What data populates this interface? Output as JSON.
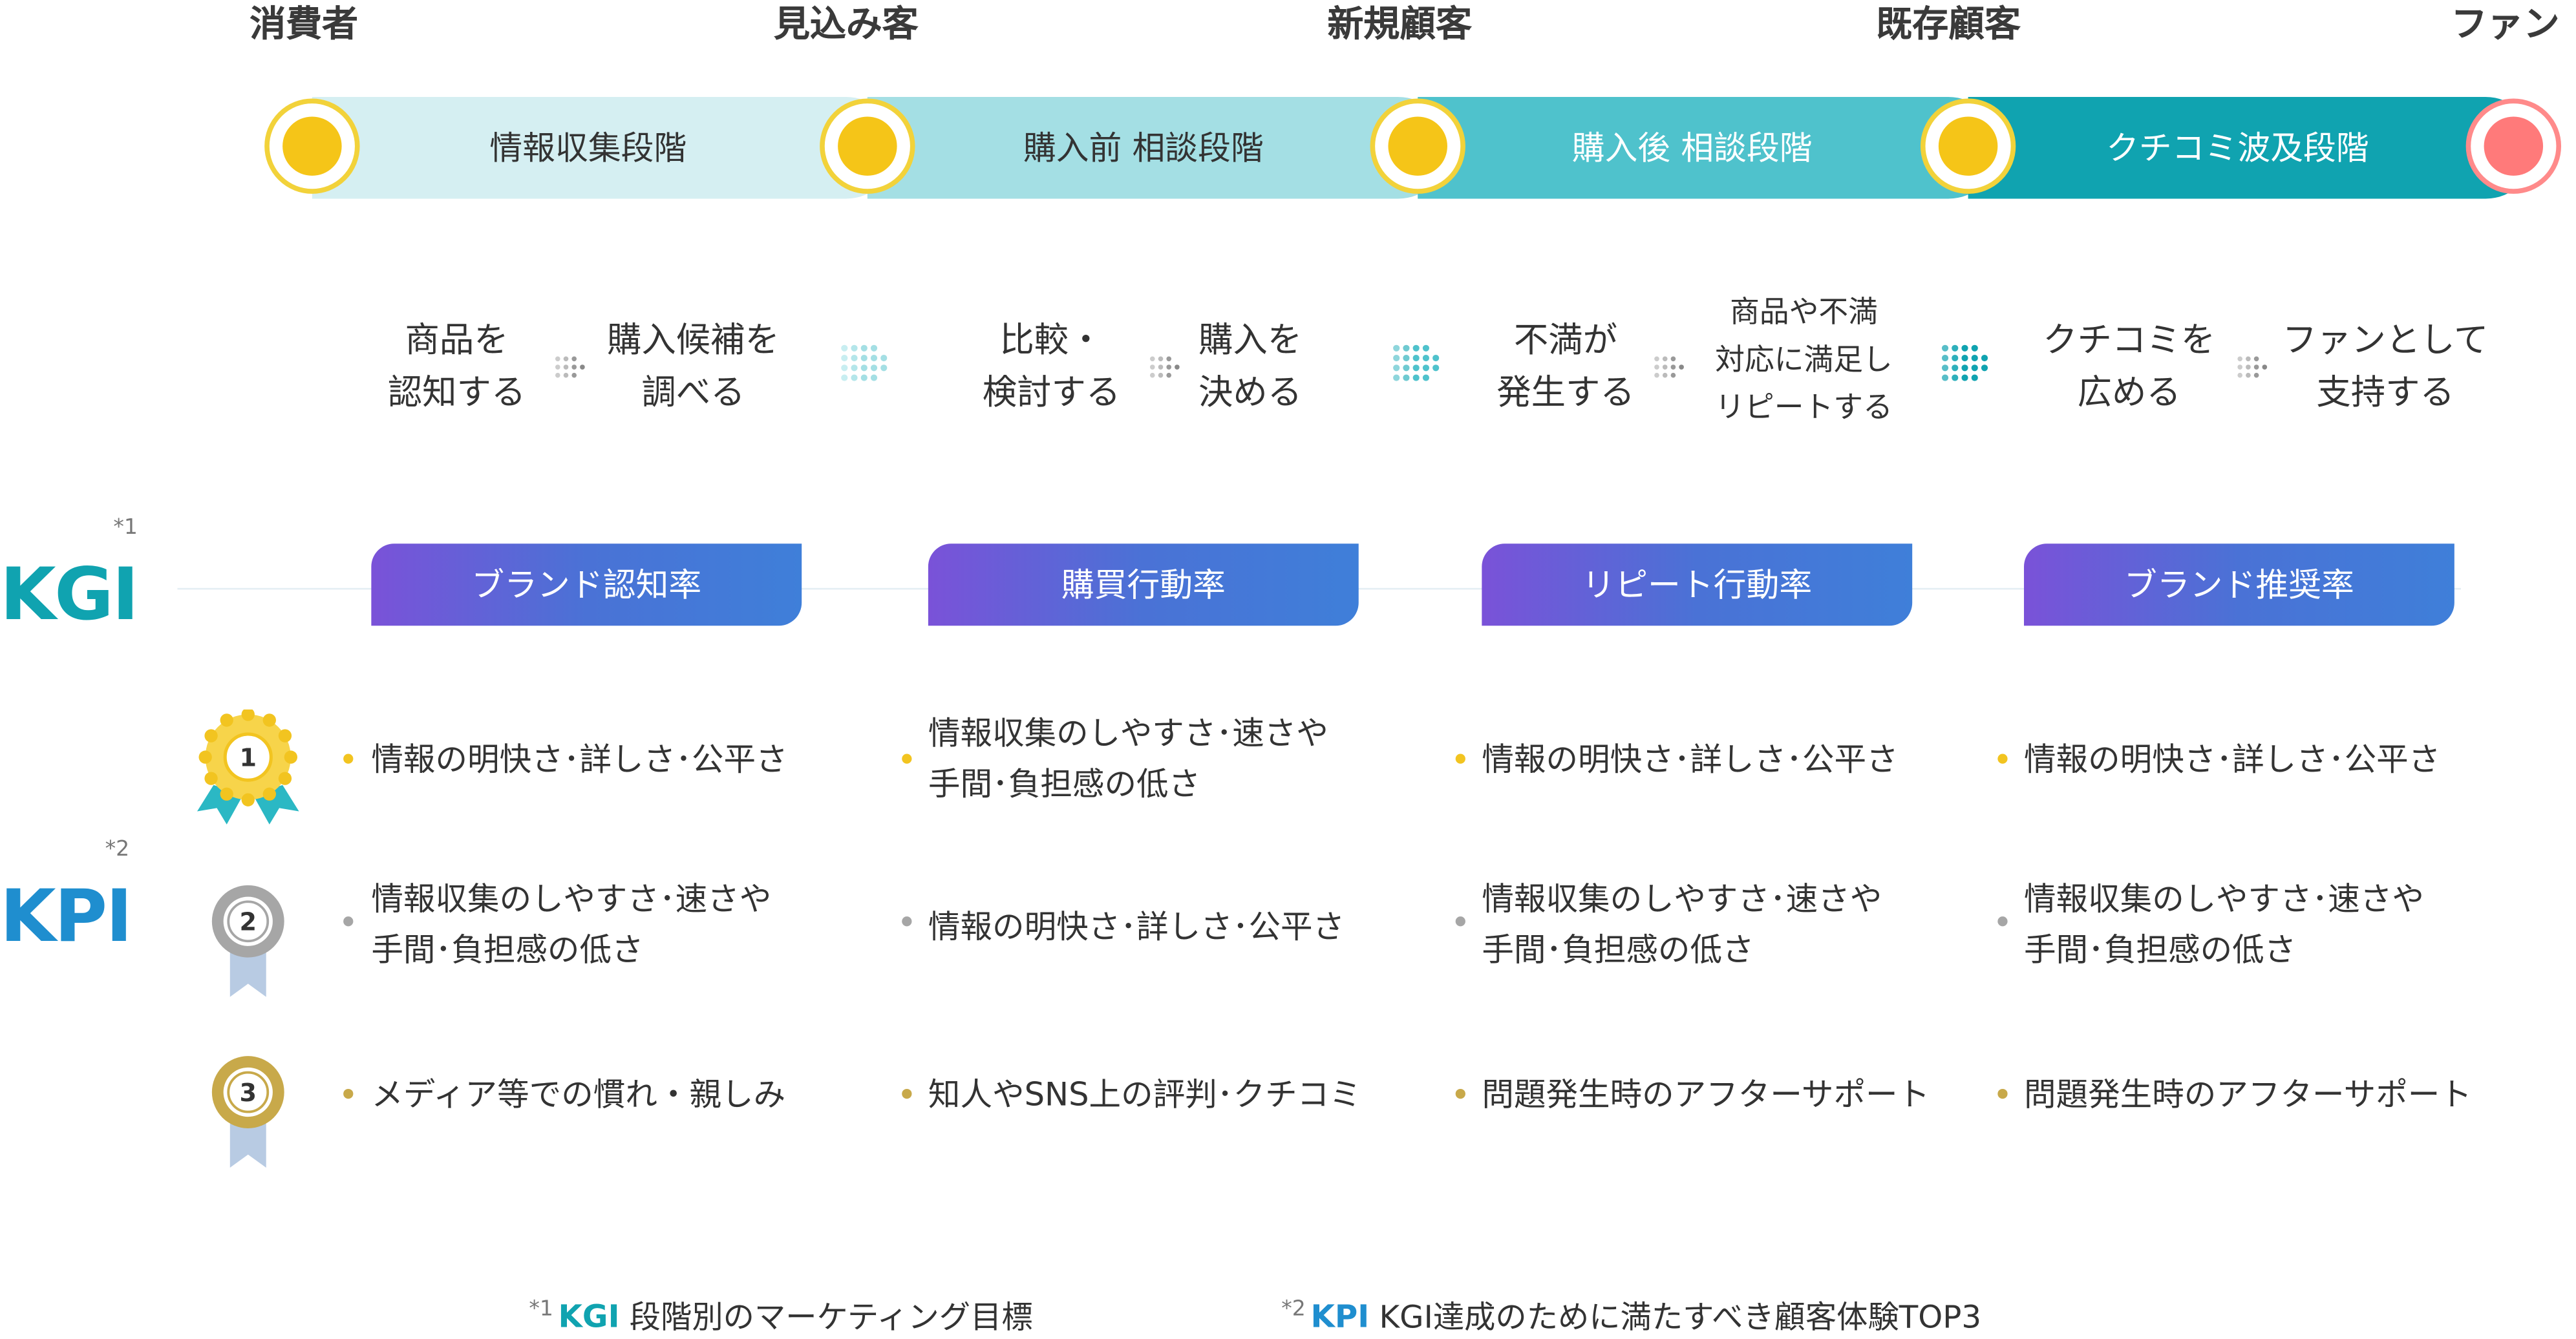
{
  "stages": [
    "消費者",
    "見込み客",
    "新規顧客",
    "既存顧客",
    "ファン"
  ],
  "phases": [
    "情報収集段階",
    "購入前 相談段階",
    "購入後 相談段階",
    "クチコミ波及段階"
  ],
  "actions": [
    [
      "商品を",
      "認知する"
    ],
    [
      "購入候補を",
      "調べる"
    ],
    [
      "比較・",
      "検討する"
    ],
    [
      "購入を",
      "決める"
    ],
    [
      "不満が",
      "発生する"
    ],
    [
      "商品や不満",
      "対応に満足し",
      "リピートする"
    ],
    [
      "クチコミを",
      "広める"
    ],
    [
      "ファンとして",
      "支持する"
    ]
  ],
  "kgi": {
    "label": "KGI",
    "note_mark": "*1",
    "items": [
      "ブランド認知率",
      "購買行動率",
      "リピート行動率",
      "ブランド推奨率"
    ]
  },
  "kpi": {
    "label": "KPI",
    "note_mark": "*2",
    "ranks": [
      "1",
      "2",
      "3"
    ],
    "rows": [
      [
        [
          "情報の明快さ･詳しさ･公平さ"
        ],
        [
          "情報収集のしやすさ･速さや",
          "手間･負担感の低さ"
        ],
        [
          "情報の明快さ･詳しさ･公平さ"
        ],
        [
          "情報の明快さ･詳しさ･公平さ"
        ]
      ],
      [
        [
          "情報収集のしやすさ･速さや",
          "手間･負担感の低さ"
        ],
        [
          "情報の明快さ･詳しさ･公平さ"
        ],
        [
          "情報収集のしやすさ･速さや",
          "手間･負担感の低さ"
        ],
        [
          "情報収集のしやすさ･速さや",
          "手間･負担感の低さ"
        ]
      ],
      [
        [
          "メディア等での慣れ・親しみ"
        ],
        [
          "知人やSNS上の評判･クチコミ"
        ],
        [
          "問題発生時のアフターサポート"
        ],
        [
          "問題発生時のアフターサポート"
        ]
      ]
    ]
  },
  "footnotes": [
    {
      "mark": "*1",
      "key": "KGI",
      "text": "段階別のマーケティング目標"
    },
    {
      "mark": "*2",
      "key": "KPI",
      "text": "KGI達成のために満たすべき顧客体験TOP3"
    }
  ],
  "colors": {
    "teal_dark": "#10a3b0",
    "kpi_blue": "#1f8ecf",
    "node_yellow": "#f5c518",
    "fan_red": "#ff7a7a",
    "phase_fills": [
      "#d5eff2",
      "#a4dfe4",
      "#4fc2cc",
      "#10a3b0"
    ],
    "gold": "#f2c420",
    "silver": "#a6a6a6",
    "bronze": "#c8a94a"
  },
  "icons": [
    "medal-gold-icon",
    "medal-silver-icon",
    "medal-bronze-icon",
    "dot-grid-arrow-icon"
  ]
}
